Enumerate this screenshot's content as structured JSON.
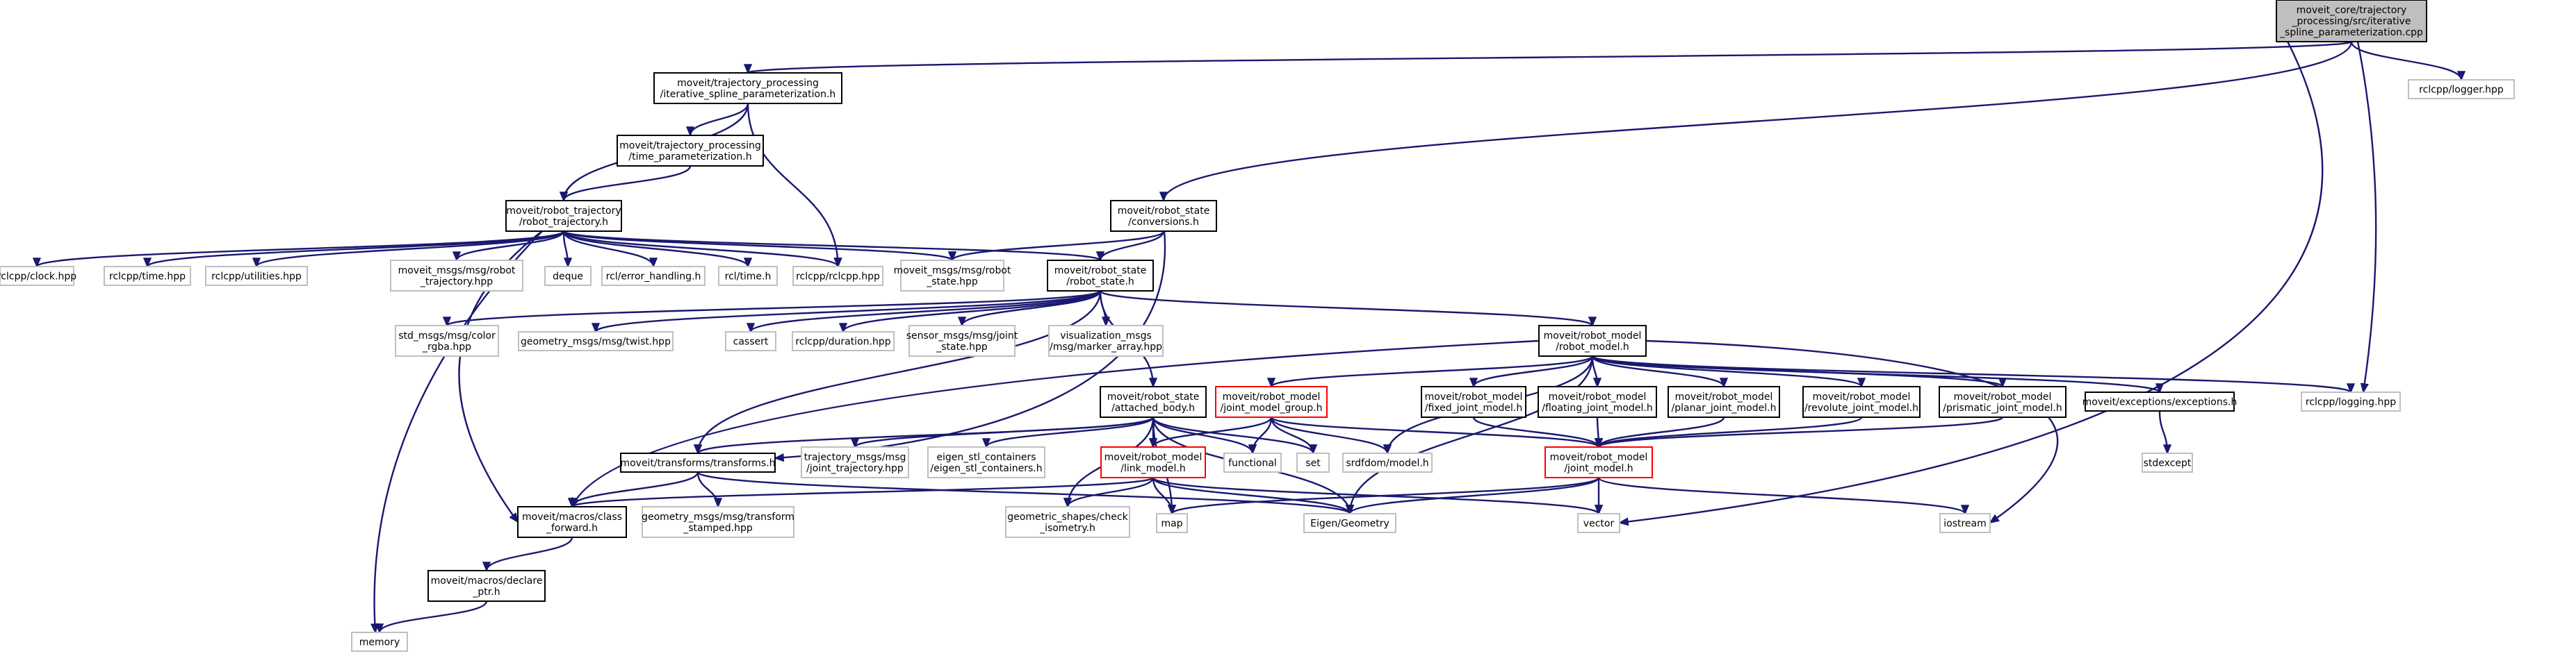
{
  "colors": {
    "edge": "#191970",
    "node_fill": "#ffffff",
    "border_normal": "#000000",
    "border_external": "#bfbfbf",
    "border_red": "#ff0000",
    "root_fill": "#bfbfbf",
    "text": "#000000"
  },
  "nodes": [
    {
      "id": "root",
      "lines": [
        "moveit_core/trajectory",
        "_processing/src/iterative",
        "_spline_parameterization.cpp"
      ],
      "style": "root"
    },
    {
      "id": "isp_h",
      "lines": [
        "moveit/trajectory_processing",
        "/iterative_spline_parameterization.h"
      ],
      "style": "normal"
    },
    {
      "id": "logger",
      "lines": [
        "rclcpp/logger.hpp"
      ],
      "style": "external"
    },
    {
      "id": "tp_h",
      "lines": [
        "moveit/trajectory_processing",
        "/time_parameterization.h"
      ],
      "style": "normal"
    },
    {
      "id": "rt_h",
      "lines": [
        "moveit/robot_trajectory",
        "/robot_trajectory.h"
      ],
      "style": "normal"
    },
    {
      "id": "conv_h",
      "lines": [
        "moveit/robot_state",
        "/conversions.h"
      ],
      "style": "normal"
    },
    {
      "id": "rs_h",
      "lines": [
        "moveit/robot_state",
        "/robot_state.h"
      ],
      "style": "normal"
    },
    {
      "id": "clock",
      "lines": [
        "rclcpp/clock.hpp"
      ],
      "style": "external"
    },
    {
      "id": "time_hpp",
      "lines": [
        "rclcpp/time.hpp"
      ],
      "style": "external"
    },
    {
      "id": "utilities",
      "lines": [
        "rclcpp/utilities.hpp"
      ],
      "style": "external"
    },
    {
      "id": "msg_rt",
      "lines": [
        "moveit_msgs/msg/robot",
        "_trajectory.hpp"
      ],
      "style": "external"
    },
    {
      "id": "deque",
      "lines": [
        "deque"
      ],
      "style": "external"
    },
    {
      "id": "rcl_err",
      "lines": [
        "rcl/error_handling.h"
      ],
      "style": "external"
    },
    {
      "id": "rcl_time",
      "lines": [
        "rcl/time.h"
      ],
      "style": "external"
    },
    {
      "id": "rclcpp",
      "lines": [
        "rclcpp/rclcpp.hpp"
      ],
      "style": "external"
    },
    {
      "id": "msg_rs",
      "lines": [
        "moveit_msgs/msg/robot",
        "_state.hpp"
      ],
      "style": "external"
    },
    {
      "id": "color",
      "lines": [
        "std_msgs/msg/color",
        "_rgba.hpp"
      ],
      "style": "external"
    },
    {
      "id": "twist",
      "lines": [
        "geometry_msgs/msg/twist.hpp"
      ],
      "style": "external"
    },
    {
      "id": "cassert",
      "lines": [
        "cassert"
      ],
      "style": "external"
    },
    {
      "id": "duration",
      "lines": [
        "rclcpp/duration.hpp"
      ],
      "style": "external"
    },
    {
      "id": "jstate",
      "lines": [
        "sensor_msgs/msg/joint",
        "_state.hpp"
      ],
      "style": "external"
    },
    {
      "id": "marker",
      "lines": [
        "visualization_msgs",
        "/msg/marker_array.hpp"
      ],
      "style": "external"
    },
    {
      "id": "rm_h",
      "lines": [
        "moveit/robot_model",
        "/robot_model.h"
      ],
      "style": "normal"
    },
    {
      "id": "ab_h",
      "lines": [
        "moveit/robot_state",
        "/attached_body.h"
      ],
      "style": "normal"
    },
    {
      "id": "jmg_h",
      "lines": [
        "moveit/robot_model",
        "/joint_model_group.h"
      ],
      "style": "red"
    },
    {
      "id": "fjm",
      "lines": [
        "moveit/robot_model",
        "/fixed_joint_model.h"
      ],
      "style": "normal"
    },
    {
      "id": "flm",
      "lines": [
        "moveit/robot_model",
        "/floating_joint_model.h"
      ],
      "style": "normal"
    },
    {
      "id": "pjm",
      "lines": [
        "moveit/robot_model",
        "/planar_joint_model.h"
      ],
      "style": "normal"
    },
    {
      "id": "rjm",
      "lines": [
        "moveit/robot_model",
        "/revolute_joint_model.h"
      ],
      "style": "normal"
    },
    {
      "id": "prjm",
      "lines": [
        "moveit/robot_model",
        "/prismatic_joint_model.h"
      ],
      "style": "normal"
    },
    {
      "id": "exc",
      "lines": [
        "moveit/exceptions/exceptions.h"
      ],
      "style": "normal"
    },
    {
      "id": "logging",
      "lines": [
        "rclcpp/logging.hpp"
      ],
      "style": "external"
    },
    {
      "id": "transforms",
      "lines": [
        "moveit/transforms/transforms.h"
      ],
      "style": "normal"
    },
    {
      "id": "jtraj",
      "lines": [
        "trajectory_msgs/msg",
        "/joint_trajectory.hpp"
      ],
      "style": "external"
    },
    {
      "id": "eigen_stl",
      "lines": [
        "eigen_stl_containers",
        "/eigen_stl_containers.h"
      ],
      "style": "external"
    },
    {
      "id": "lm_h",
      "lines": [
        "moveit/robot_model",
        "/link_model.h"
      ],
      "style": "red"
    },
    {
      "id": "functional",
      "lines": [
        "functional"
      ],
      "style": "external"
    },
    {
      "id": "set",
      "lines": [
        "set"
      ],
      "style": "external"
    },
    {
      "id": "srdf",
      "lines": [
        "srdfdom/model.h"
      ],
      "style": "external"
    },
    {
      "id": "jm_h",
      "lines": [
        "moveit/robot_model",
        "/joint_model.h"
      ],
      "style": "red"
    },
    {
      "id": "stdexcept",
      "lines": [
        "stdexcept"
      ],
      "style": "external"
    },
    {
      "id": "cf_h",
      "lines": [
        "moveit/macros/class",
        "_forward.h"
      ],
      "style": "normal"
    },
    {
      "id": "tstamped",
      "lines": [
        "geometry_msgs/msg/transform",
        "_stamped.hpp"
      ],
      "style": "external"
    },
    {
      "id": "geo_check",
      "lines": [
        "geometric_shapes/check",
        "_isometry.h"
      ],
      "style": "external"
    },
    {
      "id": "map",
      "lines": [
        "map"
      ],
      "style": "external"
    },
    {
      "id": "eigen_geo",
      "lines": [
        "Eigen/Geometry"
      ],
      "style": "external"
    },
    {
      "id": "vector",
      "lines": [
        "vector"
      ],
      "style": "external"
    },
    {
      "id": "iostream",
      "lines": [
        "iostream"
      ],
      "style": "external"
    },
    {
      "id": "dp_h",
      "lines": [
        "moveit/macros/declare",
        "_ptr.h"
      ],
      "style": "normal"
    },
    {
      "id": "memory",
      "lines": [
        "memory"
      ],
      "style": "external"
    }
  ],
  "edges": [
    [
      "root",
      "isp_h"
    ],
    [
      "root",
      "logger"
    ],
    [
      "root",
      "conv_h"
    ],
    [
      "root",
      "logging"
    ],
    [
      "root",
      "vector"
    ],
    [
      "isp_h",
      "tp_h"
    ],
    [
      "isp_h",
      "rt_h"
    ],
    [
      "isp_h",
      "rclcpp"
    ],
    [
      "tp_h",
      "rt_h"
    ],
    [
      "rt_h",
      "clock"
    ],
    [
      "rt_h",
      "time_hpp"
    ],
    [
      "rt_h",
      "utilities"
    ],
    [
      "rt_h",
      "msg_rt"
    ],
    [
      "rt_h",
      "deque"
    ],
    [
      "rt_h",
      "rcl_err"
    ],
    [
      "rt_h",
      "rcl_time"
    ],
    [
      "rt_h",
      "rclcpp"
    ],
    [
      "rt_h",
      "msg_rs"
    ],
    [
      "rt_h",
      "rs_h"
    ],
    [
      "rt_h",
      "cf_h"
    ],
    [
      "rt_h",
      "memory"
    ],
    [
      "conv_h",
      "msg_rs"
    ],
    [
      "conv_h",
      "rs_h"
    ],
    [
      "conv_h",
      "transforms"
    ],
    [
      "rs_h",
      "color"
    ],
    [
      "rs_h",
      "twist"
    ],
    [
      "rs_h",
      "cassert"
    ],
    [
      "rs_h",
      "duration"
    ],
    [
      "rs_h",
      "jstate"
    ],
    [
      "rs_h",
      "marker"
    ],
    [
      "rs_h",
      "rm_h"
    ],
    [
      "rs_h",
      "ab_h"
    ],
    [
      "rs_h",
      "transforms"
    ],
    [
      "rm_h",
      "jmg_h"
    ],
    [
      "rm_h",
      "fjm"
    ],
    [
      "rm_h",
      "flm"
    ],
    [
      "rm_h",
      "pjm"
    ],
    [
      "rm_h",
      "rjm"
    ],
    [
      "rm_h",
      "prjm"
    ],
    [
      "rm_h",
      "exc"
    ],
    [
      "rm_h",
      "logging"
    ],
    [
      "rm_h",
      "srdf"
    ],
    [
      "rm_h",
      "cf_h"
    ],
    [
      "rm_h",
      "iostream"
    ],
    [
      "rm_h",
      "eigen_geo"
    ],
    [
      "ab_h",
      "transforms"
    ],
    [
      "ab_h",
      "jtraj"
    ],
    [
      "ab_h",
      "eigen_stl"
    ],
    [
      "ab_h",
      "lm_h"
    ],
    [
      "ab_h",
      "functional"
    ],
    [
      "ab_h",
      "set"
    ],
    [
      "ab_h",
      "geo_check"
    ],
    [
      "ab_h",
      "map"
    ],
    [
      "ab_h",
      "eigen_geo"
    ],
    [
      "jmg_h",
      "lm_h"
    ],
    [
      "jmg_h",
      "functional"
    ],
    [
      "jmg_h",
      "set"
    ],
    [
      "jmg_h",
      "srdf"
    ],
    [
      "jmg_h",
      "jm_h"
    ],
    [
      "fjm",
      "jm_h"
    ],
    [
      "flm",
      "jm_h"
    ],
    [
      "pjm",
      "jm_h"
    ],
    [
      "rjm",
      "jm_h"
    ],
    [
      "prjm",
      "jm_h"
    ],
    [
      "exc",
      "stdexcept"
    ],
    [
      "transforms",
      "cf_h"
    ],
    [
      "transforms",
      "tstamped"
    ],
    [
      "transforms",
      "eigen_geo"
    ],
    [
      "lm_h",
      "cf_h"
    ],
    [
      "lm_h",
      "geo_check"
    ],
    [
      "lm_h",
      "map"
    ],
    [
      "lm_h",
      "eigen_geo"
    ],
    [
      "lm_h",
      "vector"
    ],
    [
      "jm_h",
      "map"
    ],
    [
      "jm_h",
      "eigen_geo"
    ],
    [
      "jm_h",
      "vector"
    ],
    [
      "jm_h",
      "iostream"
    ],
    [
      "cf_h",
      "dp_h"
    ],
    [
      "dp_h",
      "memory"
    ]
  ]
}
